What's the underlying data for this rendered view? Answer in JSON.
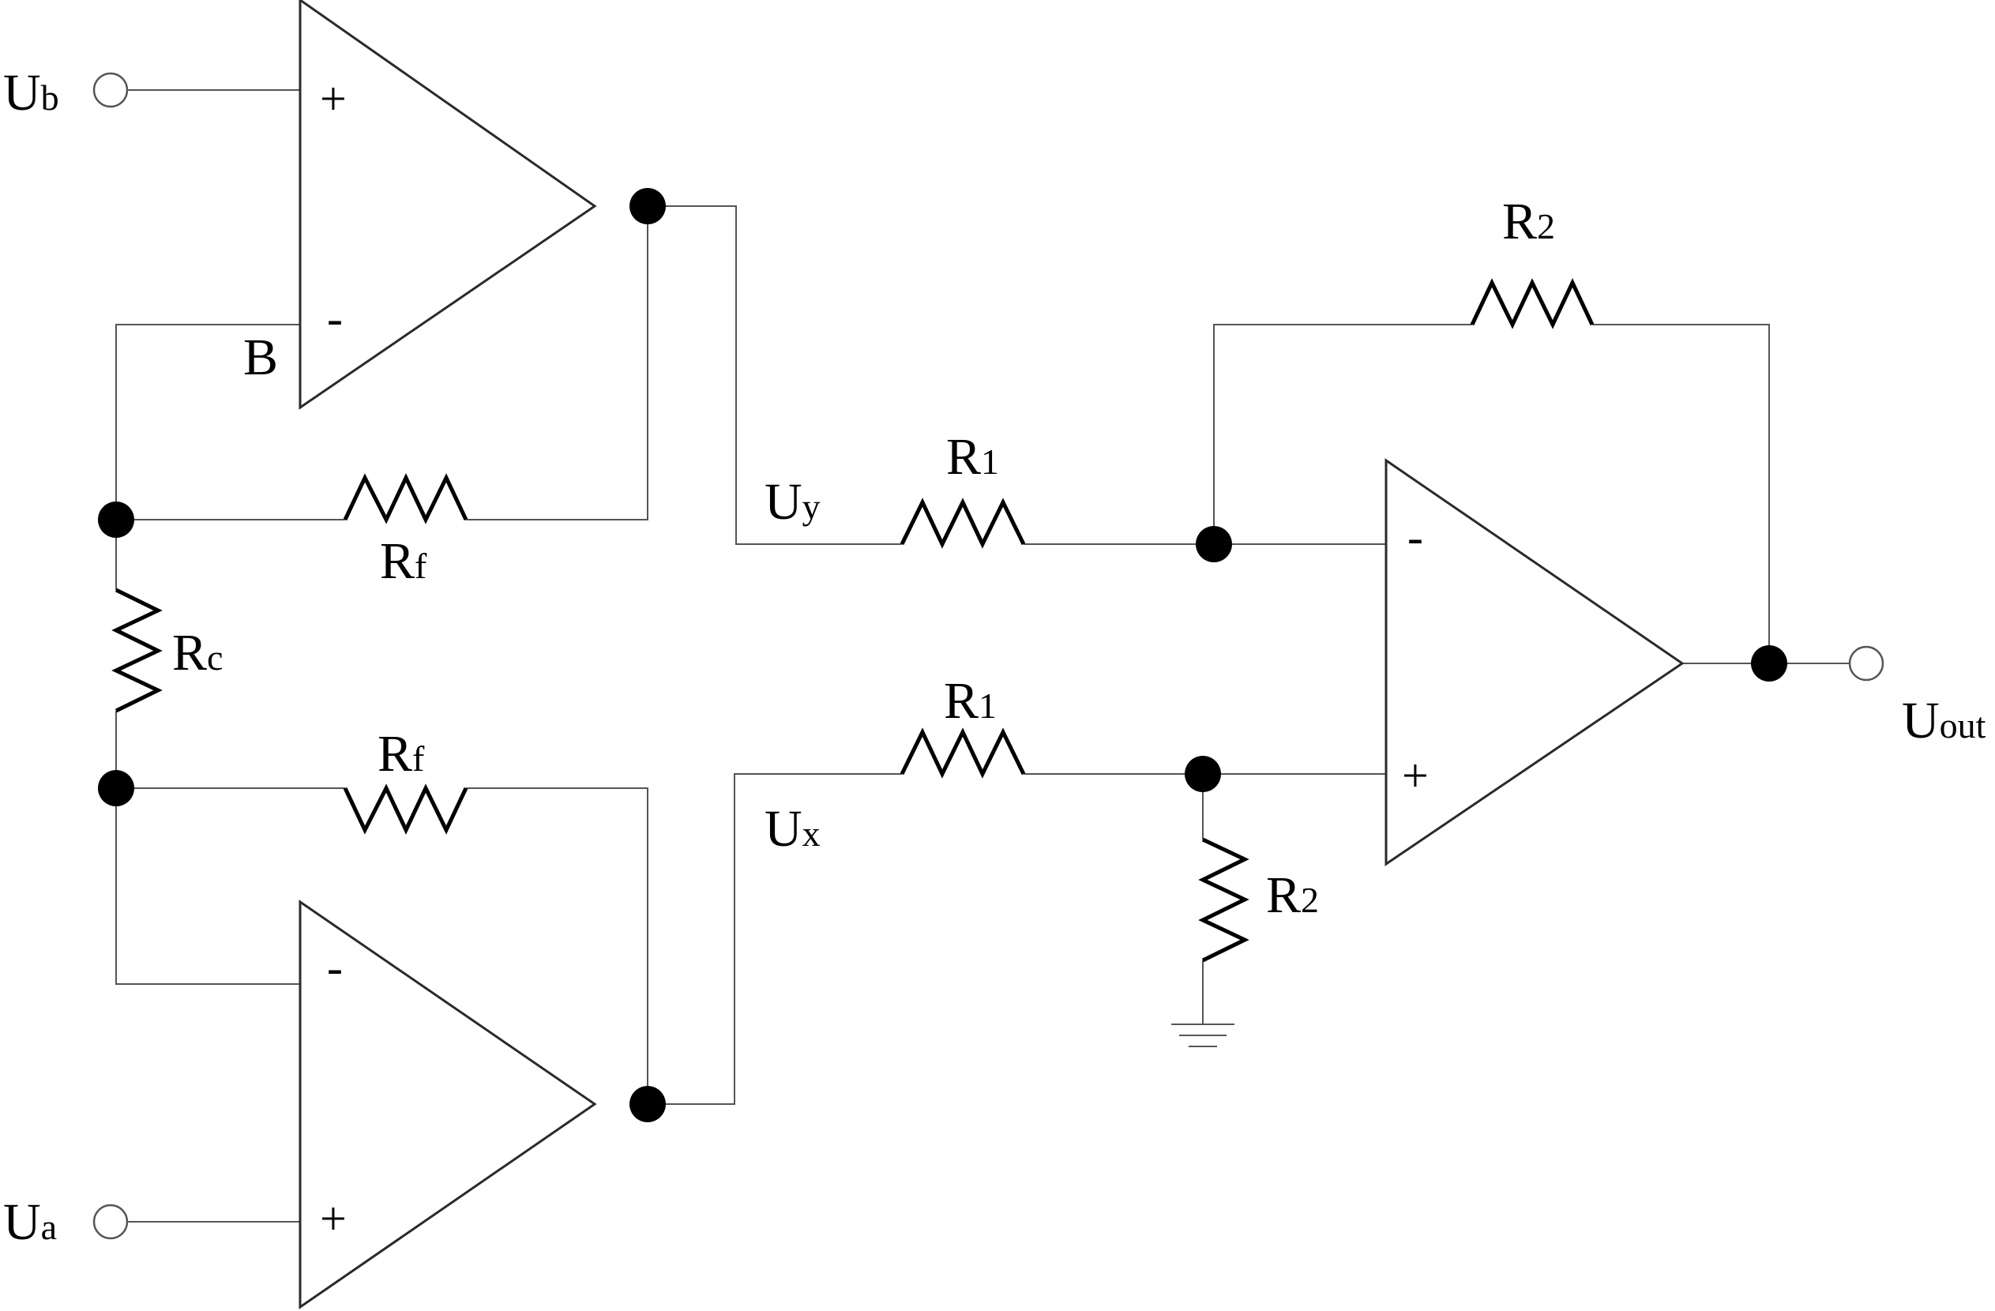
{
  "labels": {
    "ub_main": "U",
    "ub_sub": "b",
    "ua_main": "U",
    "ua_sub": "a",
    "uy_main": "U",
    "uy_sub": "y",
    "ux_main": "U",
    "ux_sub": "x",
    "uout_main": "U",
    "uout_sub": "out",
    "node_b": "B",
    "rf_top_main": "R",
    "rf_top_sub": "f",
    "rf_bot_main": "R",
    "rf_bot_sub": "f",
    "rc_main": "R",
    "rc_sub": "c",
    "r1_top_main": "R",
    "r1_top_sub": "1",
    "r1_bot_main": "R",
    "r1_bot_sub": "1",
    "r2_top_main": "R",
    "r2_top_sub": "2",
    "r2_gnd_main": "R",
    "r2_gnd_sub": "2"
  },
  "opamp_signs": {
    "top_plus": "+",
    "top_minus": "-",
    "bottom_minus": "-",
    "bottom_plus": "+",
    "diff_minus": "-",
    "diff_plus": "+"
  }
}
